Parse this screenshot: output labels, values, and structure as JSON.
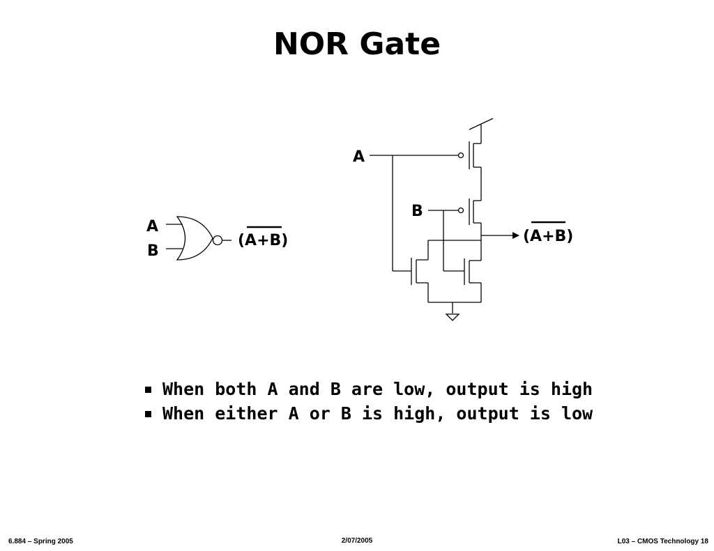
{
  "slide": {
    "title": "NOR Gate"
  },
  "gate_symbol": {
    "input_a": "A",
    "input_b": "B",
    "output": "(A+B)"
  },
  "cmos_circuit": {
    "input_a": "A",
    "input_b": "B",
    "output": "(A+B)"
  },
  "bullets": [
    "When both A and B are low, output is high",
    "When either A or B is high, output is low"
  ],
  "footer": {
    "left": "6.884 – Spring 2005",
    "center": "2/07/2005",
    "right": "L03 – CMOS Technology  18"
  }
}
